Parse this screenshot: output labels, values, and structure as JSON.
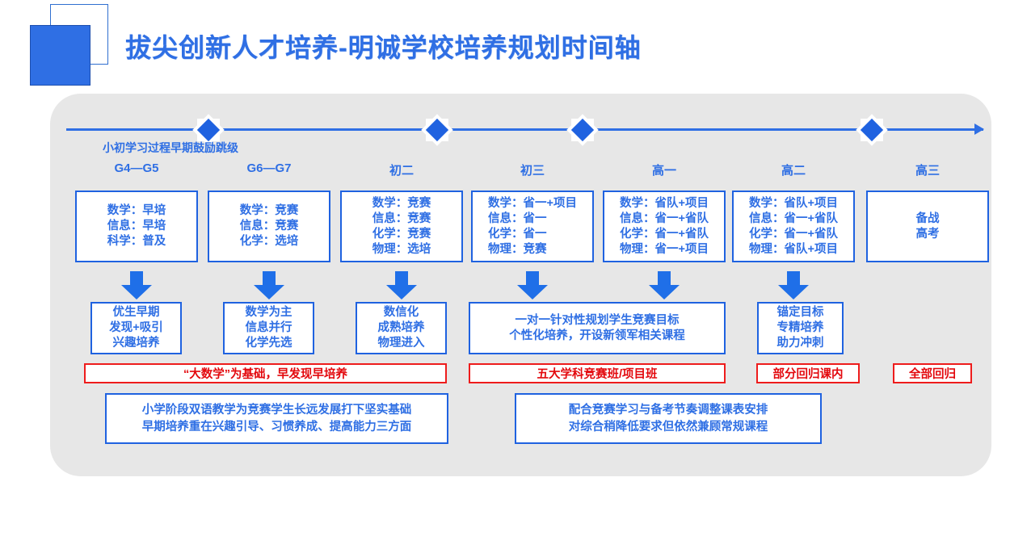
{
  "header": {
    "title": "拔尖创新人才培养-明诚学校培养规划时间轴",
    "accent_color": "#2f6fe4"
  },
  "timeline": {
    "note": "小初学习过程早期鼓励跳级",
    "node_count": 4,
    "stages": [
      {
        "label": "G4—G5"
      },
      {
        "label": "G6—G7"
      },
      {
        "label": "初二"
      },
      {
        "label": "初三"
      },
      {
        "label": "高一"
      },
      {
        "label": "高二"
      },
      {
        "label": "高三"
      }
    ]
  },
  "subject_boxes": [
    {
      "lines": [
        "数学：早培",
        "信息：早培",
        "科学：普及"
      ]
    },
    {
      "lines": [
        "数学：竞赛",
        "信息：竞赛",
        "化学：选培"
      ]
    },
    {
      "lines": [
        "数学：竞赛",
        "信息：竞赛",
        "化学：竞赛",
        "物理：选培"
      ]
    },
    {
      "lines": [
        "数学：省一+项目",
        "信息：省一",
        "化学：省一",
        "物理：竞赛"
      ]
    },
    {
      "lines": [
        "数学：省队+项目",
        "信息：省一+省队",
        "化学：省一+省队",
        "物理：省一+项目"
      ]
    },
    {
      "lines": [
        "数学：省队+项目",
        "信息：省一+省队",
        "化学：省一+省队",
        "物理：省队+项目"
      ]
    },
    {
      "lines": [
        "备战",
        "高考"
      ]
    }
  ],
  "strategy_boxes": [
    {
      "lines": [
        "优生早期",
        "发现+吸引",
        "兴趣培养"
      ]
    },
    {
      "lines": [
        "数学为主",
        "信息并行",
        "化学先选"
      ]
    },
    {
      "lines": [
        "数信化",
        "成熟培养",
        "物理进入"
      ]
    },
    {
      "lines": [
        "一对一针对性规划学生竞赛目标",
        "个性化培养，开设新领军相关课程"
      ]
    },
    {
      "lines": [
        "锚定目标",
        "专精培养",
        "助力冲刺"
      ]
    }
  ],
  "red_banners": [
    {
      "text": "“大数学”为基础，早发现早培养"
    },
    {
      "text": "五大学科竞赛班/项目班"
    },
    {
      "text": "部分回归课内"
    },
    {
      "text": "全部回归"
    }
  ],
  "summary_boxes": [
    {
      "lines": [
        "小学阶段双语教学为竞赛学生长远发展打下坚实基础",
        "早期培养重在兴趣引导、习惯养成、提高能力三方面"
      ]
    },
    {
      "lines": [
        "配合竞赛学习与备考节奏调整课表安排",
        "对综合稍降低要求但依然兼顾常规课程"
      ]
    }
  ]
}
